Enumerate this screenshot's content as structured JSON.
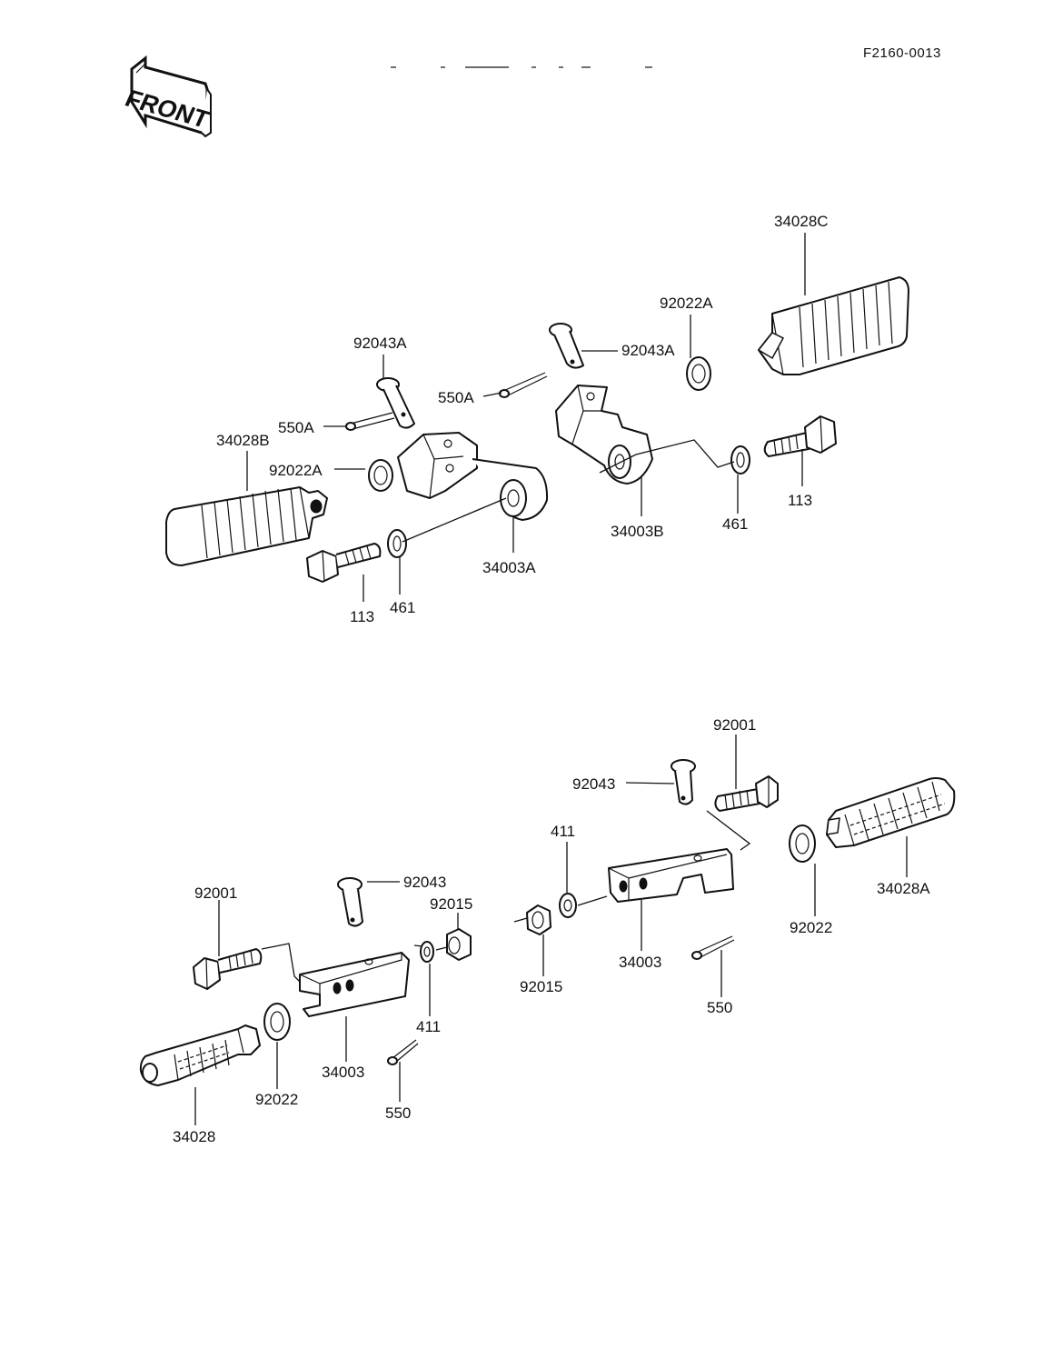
{
  "diagram_code": "F2160-0013",
  "front_badge": "FRONT",
  "top_assembly": {
    "peg_left": "34028B",
    "peg_right": "34028C",
    "bracket_left": "34003A",
    "bracket_right": "34003B",
    "pin_left": "92043A",
    "pin_right": "92043A",
    "cotter_left": "550A",
    "cotter_right": "550A",
    "washer_left": "92022A",
    "washer_right": "92022A",
    "bolt_left": "113",
    "bolt_right": "113",
    "lockwasher_left": "461",
    "lockwasher_right": "461"
  },
  "bottom_assembly": {
    "peg_left": "34028",
    "peg_right": "34028A",
    "bracket_left": "34003",
    "bracket_right": "34003",
    "bolt_left": "92001",
    "bolt_right": "92001",
    "pin_left": "92043",
    "pin_right": "92043",
    "nut_left": "92015",
    "nut_right": "92015",
    "washer_left": "411",
    "washer_right": "411",
    "cotter_left": "550",
    "cotter_right": "550",
    "spacer_left": "92022",
    "spacer_right": "92022"
  }
}
